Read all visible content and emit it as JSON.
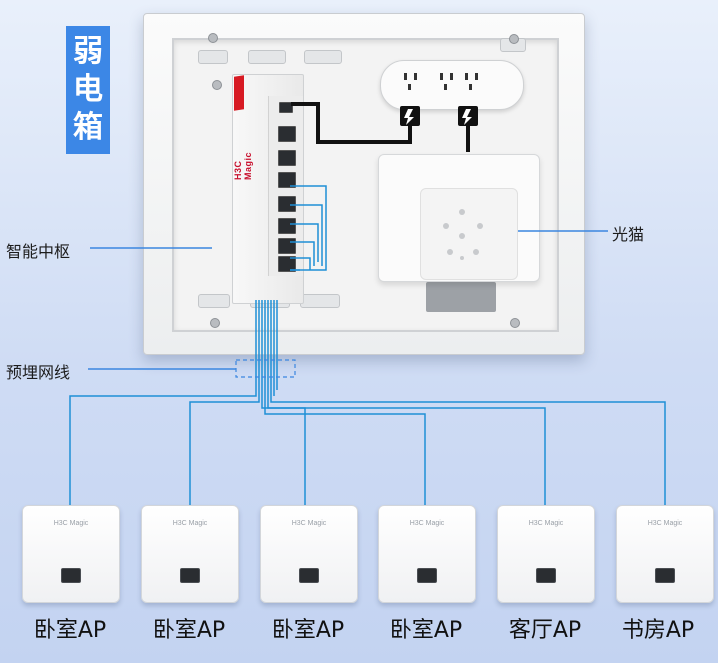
{
  "title_chars": [
    "弱",
    "电",
    "箱"
  ],
  "hub": {
    "brand": "H3C Magic",
    "label": "智能中枢"
  },
  "onu": {
    "label": "光猫"
  },
  "cable": {
    "label": "预埋网线"
  },
  "aps": [
    {
      "brand": "H3C Magic",
      "label": "卧室AP"
    },
    {
      "brand": "H3C Magic",
      "label": "卧室AP"
    },
    {
      "brand": "H3C Magic",
      "label": "卧室AP"
    },
    {
      "brand": "H3C Magic",
      "label": "卧室AP"
    },
    {
      "brand": "H3C Magic",
      "label": "客厅AP"
    },
    {
      "brand": "H3C Magic",
      "label": "书房AP"
    }
  ],
  "colors": {
    "title_bg": "#3c87e6",
    "cable": "#1e8fd6",
    "callout_line": "#3b86e0",
    "power_cord": "#111111",
    "brand_red": "#d71a23"
  }
}
